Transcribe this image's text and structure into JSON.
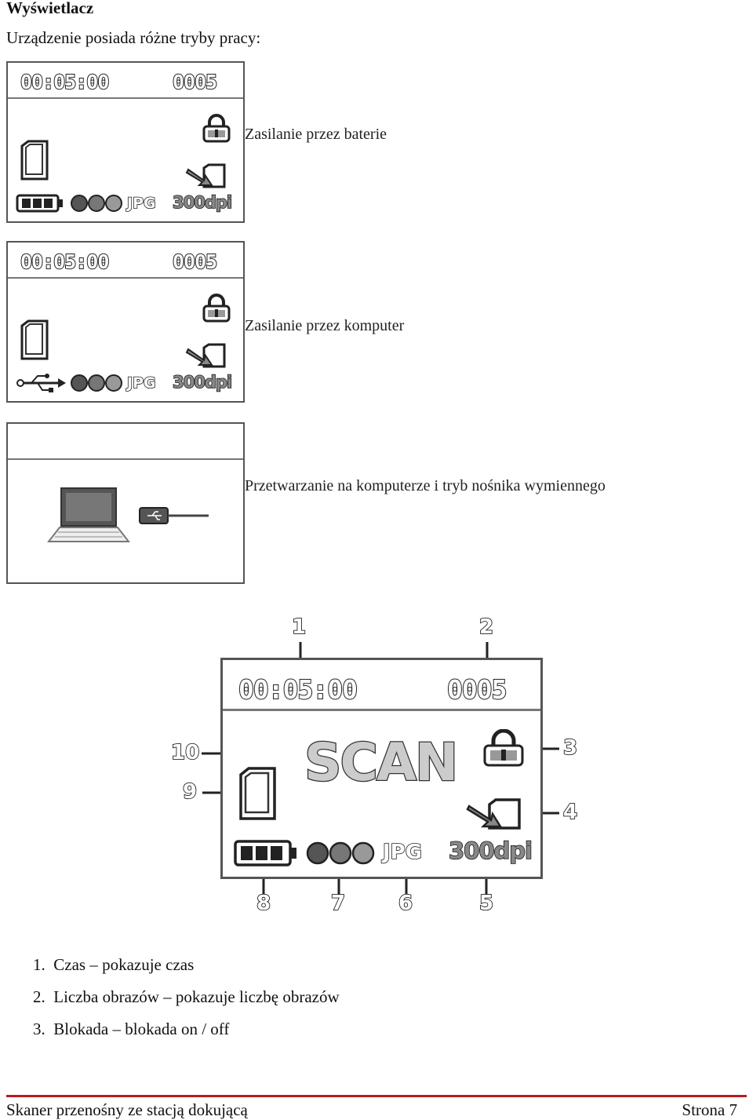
{
  "heading": "Wyświetlacz",
  "intro": "Urządzenie posiada różne tryby pracy:",
  "lcd": {
    "time": "00:05:00",
    "count": "0005",
    "format": "JPG",
    "dpi": "300dpi",
    "scan": "SCAN"
  },
  "modes": [
    {
      "caption": "Zasilanie przez baterie"
    },
    {
      "caption": "Zasilanie przez komputer"
    },
    {
      "caption": "Przetwarzanie na komputerze i tryb nośnika wymiennego"
    }
  ],
  "callouts": [
    "1",
    "2",
    "3",
    "4",
    "5",
    "6",
    "7",
    "8",
    "9",
    "10"
  ],
  "list": [
    {
      "num": "1.",
      "text": "Czas – pokazuje czas"
    },
    {
      "num": "2.",
      "text": "Liczba obrazów – pokazuje liczbę obrazów"
    },
    {
      "num": "3.",
      "text": "Blokada – blokada on / off"
    }
  ],
  "footer": {
    "left": "Skaner przenośny ze stacją dokującą",
    "right": "Strona 7"
  },
  "colors": {
    "footer_rule": "#b71c1c"
  },
  "icons": [
    "lock-icon",
    "sd-card-icon",
    "card-transfer-icon",
    "battery-icon",
    "usb-icon",
    "laptop-icon",
    "quality-dots-icon"
  ]
}
